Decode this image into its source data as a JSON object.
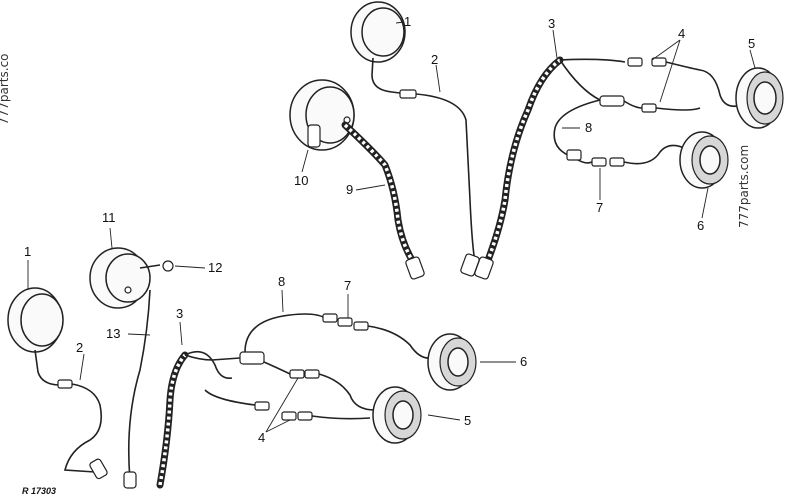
{
  "diagram": {
    "reference_code": "R 17303",
    "watermark_vertical": "777parts.co",
    "watermark_diagonal": "777parts.com",
    "upper_assembly": {
      "callouts": [
        "1",
        "2",
        "3",
        "4",
        "5",
        "6",
        "7",
        "8",
        "9",
        "10"
      ]
    },
    "lower_assembly": {
      "callouts": [
        "1",
        "2",
        "3",
        "4",
        "5",
        "6",
        "7",
        "8",
        "11",
        "12",
        "13"
      ]
    }
  }
}
